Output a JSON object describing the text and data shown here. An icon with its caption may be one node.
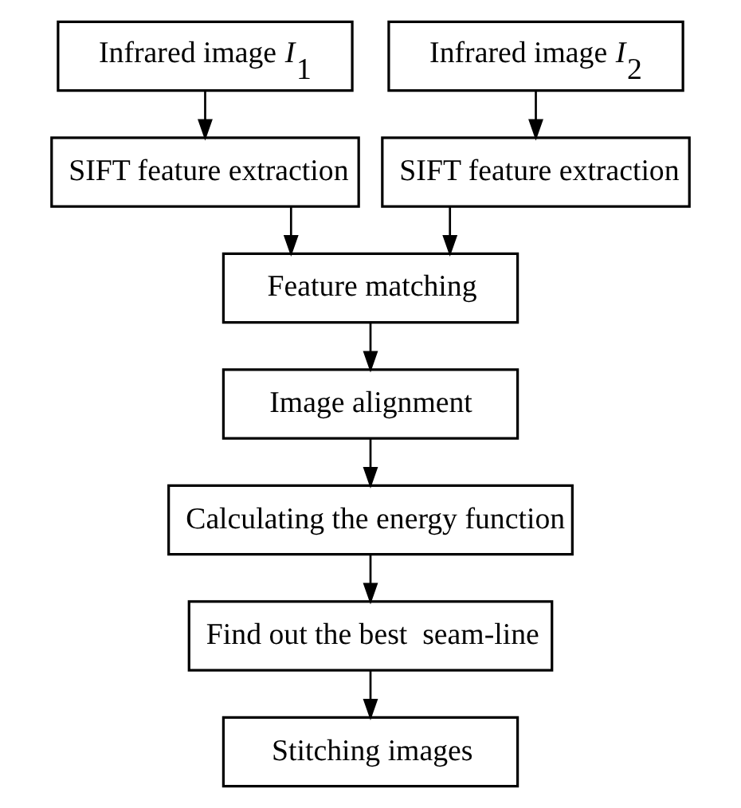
{
  "diagram": {
    "nodes": [
      {
        "text": [
          "Infrared image *I*$_{1}$"
        ]
      },
      {
        "text": [
          "SIFT feature extraction"
        ]
      },
      {
        "text": [
          "Infrared image *I*$_{2}$"
        ]
      },
      {
        "text": [
          "SIFT feature extraction"
        ]
      },
      {
        "text": [
          "Feature matching"
        ]
      },
      {
        "text": [
          "Image alignment"
        ]
      },
      {
        "text": [
          "Calculating the energy function"
        ]
      },
      {
        "text": [
          "Find out the best  seam-line"
        ]
      },
      {
        "text": [
          "Stitching images"
        ]
      }
    ],
    "edges": [
      {
        "from": 0,
        "to": 1,
        "arrow": "to"
      },
      {
        "from": 2,
        "to": 3,
        "arrow": "to"
      },
      {
        "from": 1,
        "to": 4,
        "arrow": "to"
      },
      {
        "from": 3,
        "to": 4,
        "arrow": "to"
      },
      {
        "from": 4,
        "to": 5,
        "arrow": "to"
      },
      {
        "from": 5,
        "to": 6,
        "arrow": "to"
      },
      {
        "from": 6,
        "to": 7,
        "arrow": "to"
      },
      {
        "from": 7,
        "to": 8,
        "arrow": "to"
      }
    ]
  }
}
